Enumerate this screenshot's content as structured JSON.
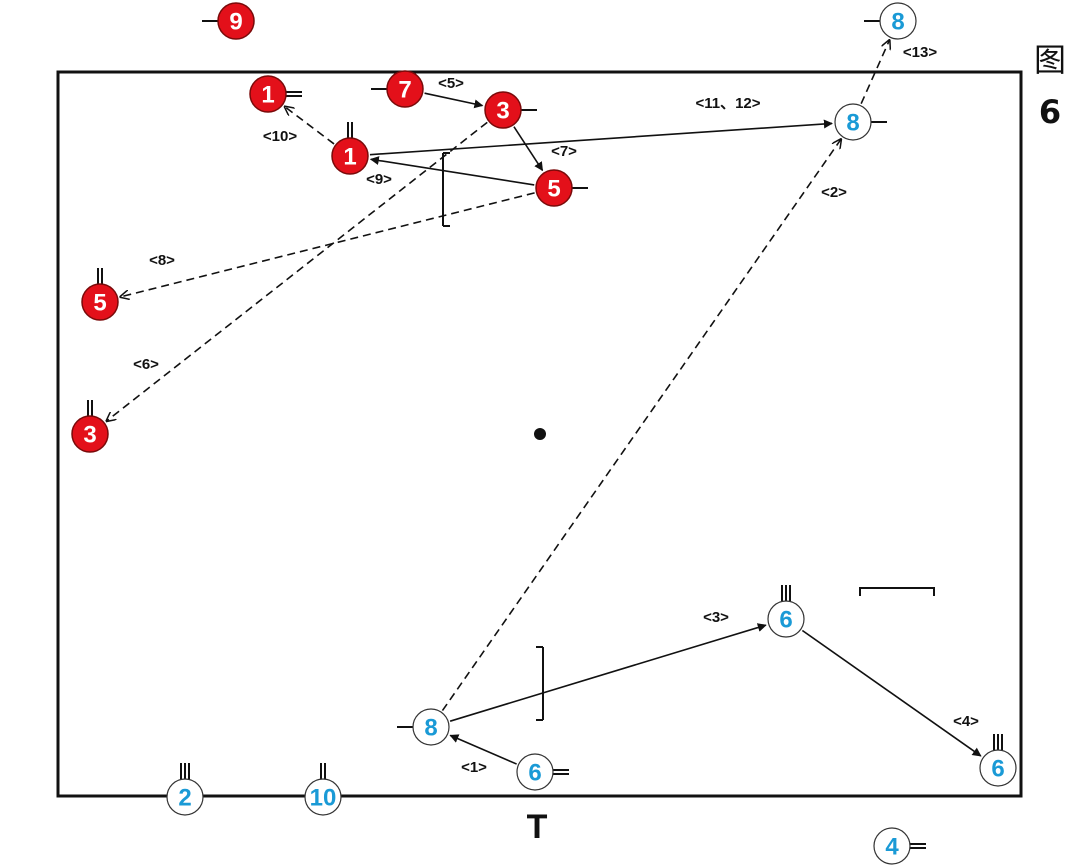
{
  "figure": {
    "char": "图",
    "number": "6"
  },
  "colors": {
    "red_fill": "#e3101a",
    "blue_text": "#1a9ad6",
    "line": "#111111"
  },
  "players": [
    {
      "id": "red-9",
      "team": "red",
      "label": "9",
      "marks": "left-1"
    },
    {
      "id": "red-1a",
      "team": "red",
      "label": "1",
      "marks": "right-2"
    },
    {
      "id": "red-7",
      "team": "red",
      "label": "7",
      "marks": "left-1"
    },
    {
      "id": "red-3a",
      "team": "red",
      "label": "3",
      "marks": "right-1"
    },
    {
      "id": "red-1b",
      "team": "red",
      "label": "1",
      "marks": "top-2"
    },
    {
      "id": "red-5a",
      "team": "red",
      "label": "5",
      "marks": "right-1"
    },
    {
      "id": "red-5b",
      "team": "red",
      "label": "5",
      "marks": "top-2"
    },
    {
      "id": "red-3b",
      "team": "red",
      "label": "3",
      "marks": "top-2"
    },
    {
      "id": "blue-8a",
      "team": "blue",
      "label": "8",
      "marks": "left-1"
    },
    {
      "id": "blue-8b",
      "team": "blue",
      "label": "8",
      "marks": "right-1"
    },
    {
      "id": "blue-6a",
      "team": "blue",
      "label": "6",
      "marks": "top-3"
    },
    {
      "id": "blue-6b",
      "team": "blue",
      "label": "6",
      "marks": "top-3"
    },
    {
      "id": "blue-8c",
      "team": "blue",
      "label": "8",
      "marks": "left-1"
    },
    {
      "id": "blue-6c",
      "team": "blue",
      "label": "6",
      "marks": "right-2"
    },
    {
      "id": "blue-2",
      "team": "blue",
      "label": "2",
      "marks": "top-3"
    },
    {
      "id": "blue-10",
      "team": "blue",
      "label": "10",
      "marks": "top-2"
    },
    {
      "id": "blue-4",
      "team": "blue",
      "label": "4",
      "marks": "right-2"
    }
  ],
  "arrows": [
    {
      "from": "blue-6c",
      "to": "blue-8c",
      "style": "solid",
      "label": "<1>"
    },
    {
      "from": "blue-8c",
      "to": "blue-8b",
      "style": "dashed",
      "label": "<2>"
    },
    {
      "from": "blue-8c",
      "to": "blue-6a",
      "style": "solid",
      "label": "<3>"
    },
    {
      "from": "blue-6a",
      "to": "blue-6b",
      "style": "solid",
      "label": "<4>"
    },
    {
      "from": "red-7",
      "to": "red-3a",
      "style": "solid",
      "label": "<5>"
    },
    {
      "from": "red-3a",
      "to": "red-3b",
      "style": "dashed",
      "label": "<6>"
    },
    {
      "from": "red-3a",
      "to": "red-5a",
      "style": "solid",
      "label": "<7>"
    },
    {
      "from": "red-5a",
      "to": "red-5b",
      "style": "dashed",
      "label": "<8>"
    },
    {
      "from": "red-5a",
      "to": "red-1b",
      "style": "solid",
      "label": "<9>"
    },
    {
      "from": "red-1b",
      "to": "red-1a",
      "style": "dashed",
      "label": "<10>"
    },
    {
      "from": "red-1b",
      "to": "blue-8b",
      "style": "solid",
      "label": "<11、12>"
    },
    {
      "from": "blue-8b",
      "to": "blue-8a",
      "style": "dashed",
      "label": "<13>"
    }
  ],
  "bottom_symbol": "T"
}
